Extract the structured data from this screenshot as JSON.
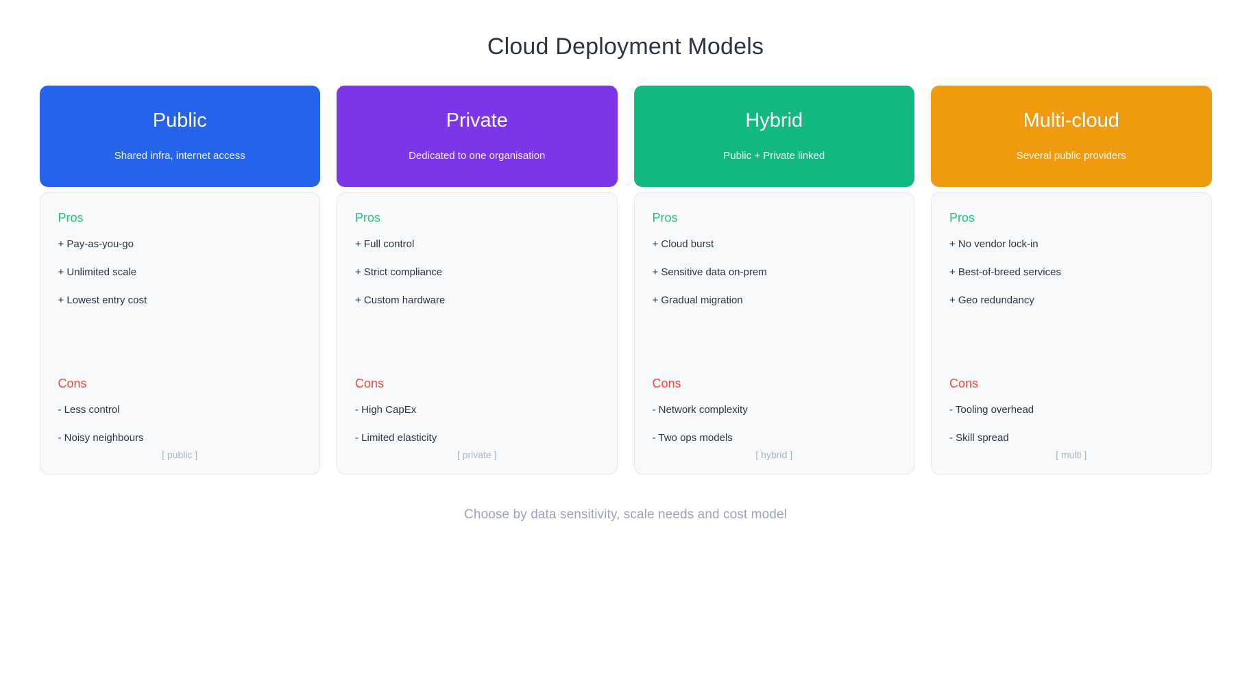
{
  "page": {
    "title": "Cloud Deployment Models",
    "footer_note": "Choose by data sensitivity, scale needs and cost model",
    "pros_heading": "Pros",
    "cons_heading": "Cons",
    "title_color": "#2b3445",
    "pros_color": "#22c17b",
    "cons_color": "#f6453f",
    "body_bg": "#f7f9fb",
    "body_border": "#e3e8ef",
    "tag_color": "#a9b4c6",
    "footer_color": "#9aa5ba"
  },
  "cards": [
    {
      "title": "Public",
      "subtitle": "Shared infra, internet access",
      "color": "#2563eb",
      "tag": "[ public ]",
      "pros": [
        "+ Pay-as-you-go",
        "+ Unlimited scale",
        "+ Lowest entry cost"
      ],
      "cons": [
        "- Less control",
        "- Noisy neighbours"
      ]
    },
    {
      "title": "Private",
      "subtitle": "Dedicated to one organisation",
      "color": "#7c36e8",
      "tag": "[ private ]",
      "pros": [
        "+ Full control",
        "+ Strict compliance",
        "+ Custom hardware"
      ],
      "cons": [
        "- High CapEx",
        "- Limited elasticity"
      ]
    },
    {
      "title": "Hybrid",
      "subtitle": "Public + Private linked",
      "color": "#12b87e",
      "tag": "[ hybrid ]",
      "pros": [
        "+ Cloud burst",
        "+ Sensitive data on-prem",
        "+ Gradual migration"
      ],
      "cons": [
        "- Network complexity",
        "- Two ops models"
      ]
    },
    {
      "title": "Multi-cloud",
      "subtitle": "Several public providers",
      "color": "#f09a0f",
      "tag": "[ multi ]",
      "pros": [
        "+ No vendor lock-in",
        "+ Best-of-breed services",
        "+ Geo redundancy"
      ],
      "cons": [
        "- Tooling overhead",
        "- Skill spread"
      ]
    }
  ]
}
